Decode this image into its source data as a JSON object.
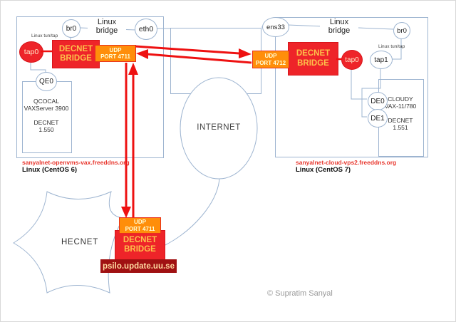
{
  "colors": {
    "line-blue": "#9db4d0",
    "box-red": "#ee2429",
    "box-red-border": "#d8151b",
    "orange": "#ff8e0a",
    "orange-border": "#e8311e",
    "dark-red": "#a01112",
    "arrow-red": "#ee1111",
    "bridge-text": "#fdc14a",
    "port-text": "#ffffd9",
    "tap-text": "#ffe9c9",
    "psilo-text": "#ffd9a0",
    "link-red": "#e8372e"
  },
  "left_host": {
    "interfaces": {
      "br0": "br0",
      "eth0": "eth0",
      "tap0": "tap0",
      "qe0": "QE0"
    },
    "bridge_label": {
      "line1": "Linux",
      "line2": "bridge"
    },
    "tuntap_label": "Linux tun/tap",
    "decnet_bridge": {
      "line1": "DECNET",
      "line2": "BRIDGE"
    },
    "udp_port": {
      "line1": "UDP",
      "line2": "PORT 4711"
    },
    "vax": {
      "name": "QCOCAL",
      "model": "VAXServer 3900",
      "protocol": "DECNET",
      "address": "1.550"
    },
    "domain": "sanyalnet-openvms-vax.freeddns.org",
    "os": "Linux (CentOS 6)"
  },
  "right_host": {
    "interfaces": {
      "ens33": "ens33",
      "br0": "br0",
      "tap0": "tap0",
      "tap1": "tap1",
      "de0": "DE0",
      "de1": "DE1"
    },
    "bridge_label": {
      "line1": "Linux",
      "line2": "bridge"
    },
    "tuntap_label": "Linux tun/tap",
    "decnet_bridge": {
      "line1": "DECNET",
      "line2": "BRIDGE"
    },
    "udp_port": {
      "line1": "UDP",
      "line2": "PORT 4712"
    },
    "vax": {
      "name": "CLOUDY",
      "model": "VAX-11/780",
      "protocol": "DECNET",
      "address": "1.551"
    },
    "domain": "sanyalnet-cloud-vps2.freeddns.org",
    "os": "Linux (CentOS 7)"
  },
  "psilo": {
    "udp_port": {
      "line1": "UDP",
      "line2": "PORT 4711"
    },
    "decnet_bridge": {
      "line1": "DECNET",
      "line2": "BRIDGE"
    },
    "hostname": "psilo.update.uu.se"
  },
  "internet_label": "INTERNET",
  "hecnet_label": "HECNET",
  "copyright": "© Supratim Sanyal"
}
